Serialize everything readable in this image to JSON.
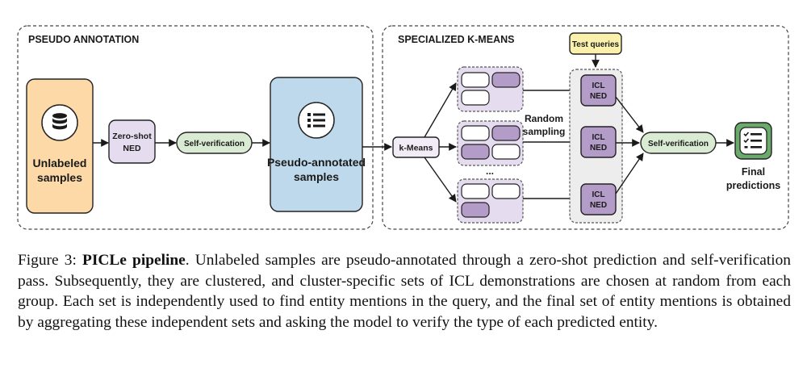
{
  "diagram": {
    "pseudo_panel_title": "PSEUDO ANNOTATION",
    "kmeans_panel_title": "SPECIALIZED K-MEANS",
    "unlabeled": [
      "Unlabeled",
      "samples"
    ],
    "zero_shot": [
      "Zero-shot",
      "NED"
    ],
    "self_verification_1": "Self-verification",
    "pseudo_annotated": [
      "Pseudo-annotated",
      "samples"
    ],
    "kmeans": "k-Means",
    "random_sampling": [
      "Random",
      "sampling"
    ],
    "ellipsis": "...",
    "test_queries": "Test queries",
    "icl_ned": [
      "ICL",
      "NED"
    ],
    "self_verification_2": "Self-verification",
    "final_predictions": [
      "Final",
      "predictions"
    ],
    "icons": [
      "database-icon",
      "list-icon",
      "checklist-icon"
    ],
    "colors": {
      "orange": "#fcd9a6",
      "blue": "#bfd9ec",
      "lavender": "#e6dcef",
      "purple_fill": "#b49cc9",
      "green": "#d9ebd2",
      "dark_green": "#6aaa6a",
      "yellow": "#fbf1ad",
      "gray_panel": "#ededed"
    }
  },
  "caption": {
    "figure_label": "Figure 3:",
    "bold_title": "PICLe pipeline",
    "text": ". Unlabeled samples are pseudo-annotated through a zero-shot prediction and self-verification pass. Subsequently, they are clustered, and cluster-specific sets of ICL demonstrations are chosen at random from each group. Each set is independently used to find entity mentions in the query, and the final set of entity mentions is obtained by aggregating these independent sets and asking the model to verify the type of each predicted entity."
  }
}
